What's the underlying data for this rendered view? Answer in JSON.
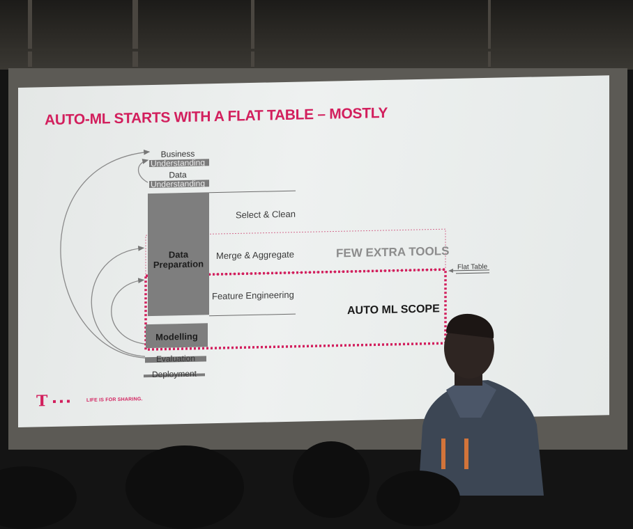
{
  "slide": {
    "title": "AUTO-ML STARTS WITH A FLAT TABLE – MOSTLY",
    "phases": {
      "business_understanding": [
        "Business",
        "Understanding"
      ],
      "data_understanding": [
        "Data",
        "Understanding"
      ],
      "data_preparation": [
        "Data",
        "Preparation"
      ],
      "modelling": "Modelling",
      "evaluation": "Evaluation",
      "deployment": "Deployment"
    },
    "steps": {
      "select_clean": "Select & Clean",
      "merge_aggregate": "Merge & Aggregate",
      "feature_engineering": "Feature Engineering"
    },
    "regions": {
      "few_extra_tools": "FEW EXTRA TOOLS",
      "auto_ml_scope": "AUTO ML SCOPE",
      "flat_table": "Flat Table"
    },
    "footer": {
      "tagline": "LIFE IS FOR SHARING."
    },
    "colors": {
      "brand_magenta": "#d21f5d",
      "box_grey": "#7e7e7e"
    }
  }
}
